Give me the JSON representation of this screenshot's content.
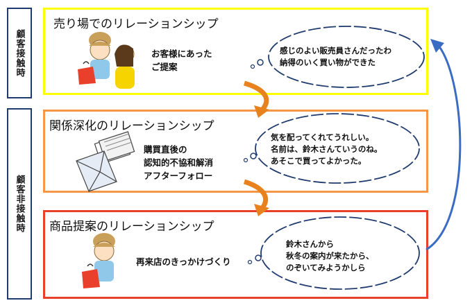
{
  "left_labels": {
    "contact": "顧客接触時",
    "non_contact": "顧客非接触時"
  },
  "panels": [
    {
      "title": "売り場でのリレーションシップ",
      "border_color": "#ffff00",
      "desc_lines": [
        "お客様にあった",
        "ご提案"
      ],
      "bubble_lines": [
        "感じのよい販売員さんだったわ",
        "納得のいく買い物ができた"
      ]
    },
    {
      "title": "関係深化のリレーションシップ",
      "border_color": "#f79646",
      "desc_lines": [
        "購買直後の",
        "認知的不協和解消",
        "アフターフォロー"
      ],
      "bubble_lines": [
        "気を配ってくれてうれしい。",
        "名前は、鈴木さんていうのね。",
        "あそこで買ってよかった。"
      ]
    },
    {
      "title": "商品提案のリレーションシップ",
      "border_color": "#e8402a",
      "desc_lines": [
        "再来店のきっかけづくり"
      ],
      "bubble_lines": [
        "鈴木さんから",
        "秋冬の案内が来たから、",
        "のぞいてみようかしら"
      ]
    }
  ],
  "colors": {
    "side_border": "#1f3b6e",
    "bubble_border": "#1f3b6e",
    "arrow_orange": "#e8821e",
    "arrow_blue": "#3b6cc4"
  }
}
